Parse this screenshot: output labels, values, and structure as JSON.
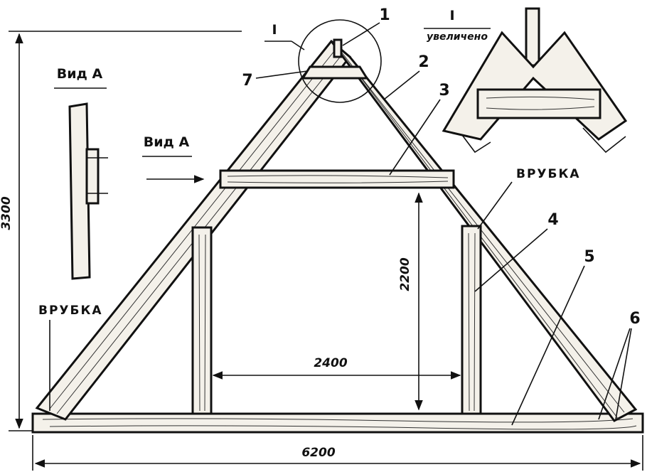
{
  "labels": {
    "part_1": "1",
    "part_2": "2",
    "part_3": "3",
    "part_4": "4",
    "part_5": "5",
    "part_6": "6",
    "part_7": "7",
    "detail_mark": "I",
    "enlarged_mark": "I",
    "enlarged_caption": "увеличено",
    "view_a_title": "Вид А",
    "view_a_arrow": "Вид А",
    "notch_right": "ВРУБКА",
    "notch_left": "ВРУБКА"
  },
  "dimensions": {
    "height_total": "3300",
    "height_clear": "2200",
    "width_inner": "2400",
    "width_total": "6200"
  }
}
